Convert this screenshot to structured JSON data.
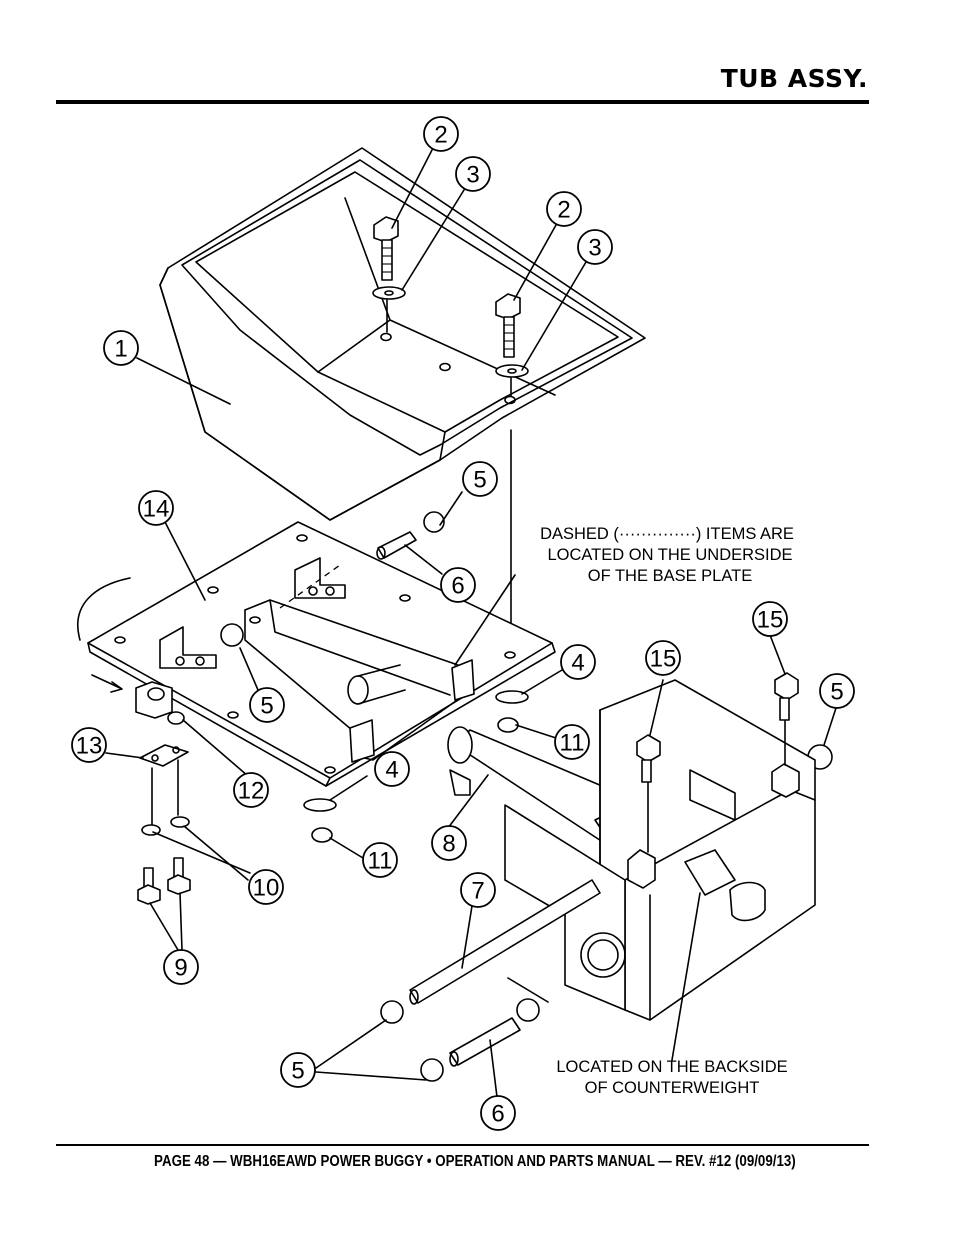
{
  "header": {
    "title": "TUB ASSY."
  },
  "notes": {
    "dashed_line1": "DASHED (··············) ITEMS ARE",
    "dashed_line2": "LOCATED ON THE UNDERSIDE",
    "dashed_line3": "OF THE BASE PLATE",
    "backside_line1": "LOCATED ON THE BACKSIDE",
    "backside_line2": "OF COUNTERWEIGHT"
  },
  "callouts": [
    "1",
    "2",
    "3",
    "2",
    "3",
    "5",
    "14",
    "6",
    "4",
    "5",
    "11",
    "15",
    "15",
    "5",
    "13",
    "12",
    "4",
    "11",
    "10",
    "8",
    "9",
    "7",
    "5",
    "6"
  ],
  "footer": {
    "text": "PAGE 48 — WBH16EAWD POWER BUGGY • OPERATION AND PARTS MANUAL — REV. #12 (09/09/13)"
  }
}
